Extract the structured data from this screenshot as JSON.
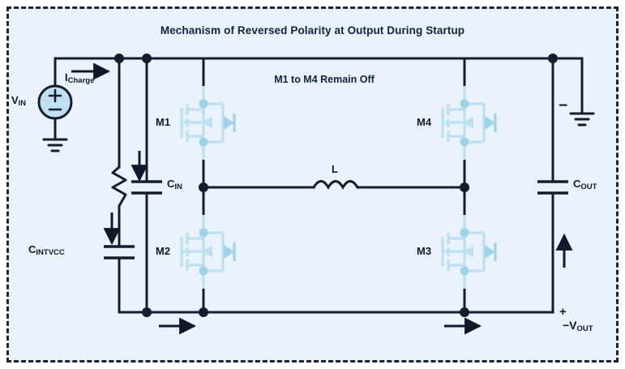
{
  "figure": {
    "title": "Mechanism of Reversed Polarity at Output During Startup",
    "subtitle": "M1 to M4 Remain Off",
    "background_color": "#eaf3fb",
    "border_color": "#1b2433",
    "wire_color": "#161c2b",
    "device_color": "#b8dcf0"
  },
  "source": {
    "label_v": "V",
    "label_v_sub": "IN",
    "plus": "+",
    "minus": "−",
    "current_label": "I",
    "current_label_sub": "Charge"
  },
  "components": {
    "cintvcc": {
      "label": "C",
      "sub": "INTVCC"
    },
    "cin": {
      "label": "C",
      "sub": "IN"
    },
    "cout": {
      "label": "C",
      "sub": "OUT"
    },
    "inductor": {
      "label": "L"
    },
    "resistor": {
      "label": ""
    },
    "mosfets": [
      {
        "name": "M1",
        "position": "top-left"
      },
      {
        "name": "M2",
        "position": "bottom-left"
      },
      {
        "name": "M3",
        "position": "bottom-right"
      },
      {
        "name": "M4",
        "position": "top-right"
      }
    ]
  },
  "output": {
    "polarity_top": "−",
    "polarity_bottom": "+",
    "label": "−V",
    "label_sub": "OUT"
  },
  "icons": {
    "ground_left": "ground-icon",
    "ground_right": "ground-icon",
    "arrow_charge": "arrow-right-icon",
    "arrow_cintvcc": "arrow-down-icon",
    "arrow_cin": "arrow-down-icon",
    "arrow_bottom_left": "arrow-right-icon",
    "arrow_bottom_right": "arrow-right-icon",
    "arrow_output": "arrow-up-icon"
  }
}
